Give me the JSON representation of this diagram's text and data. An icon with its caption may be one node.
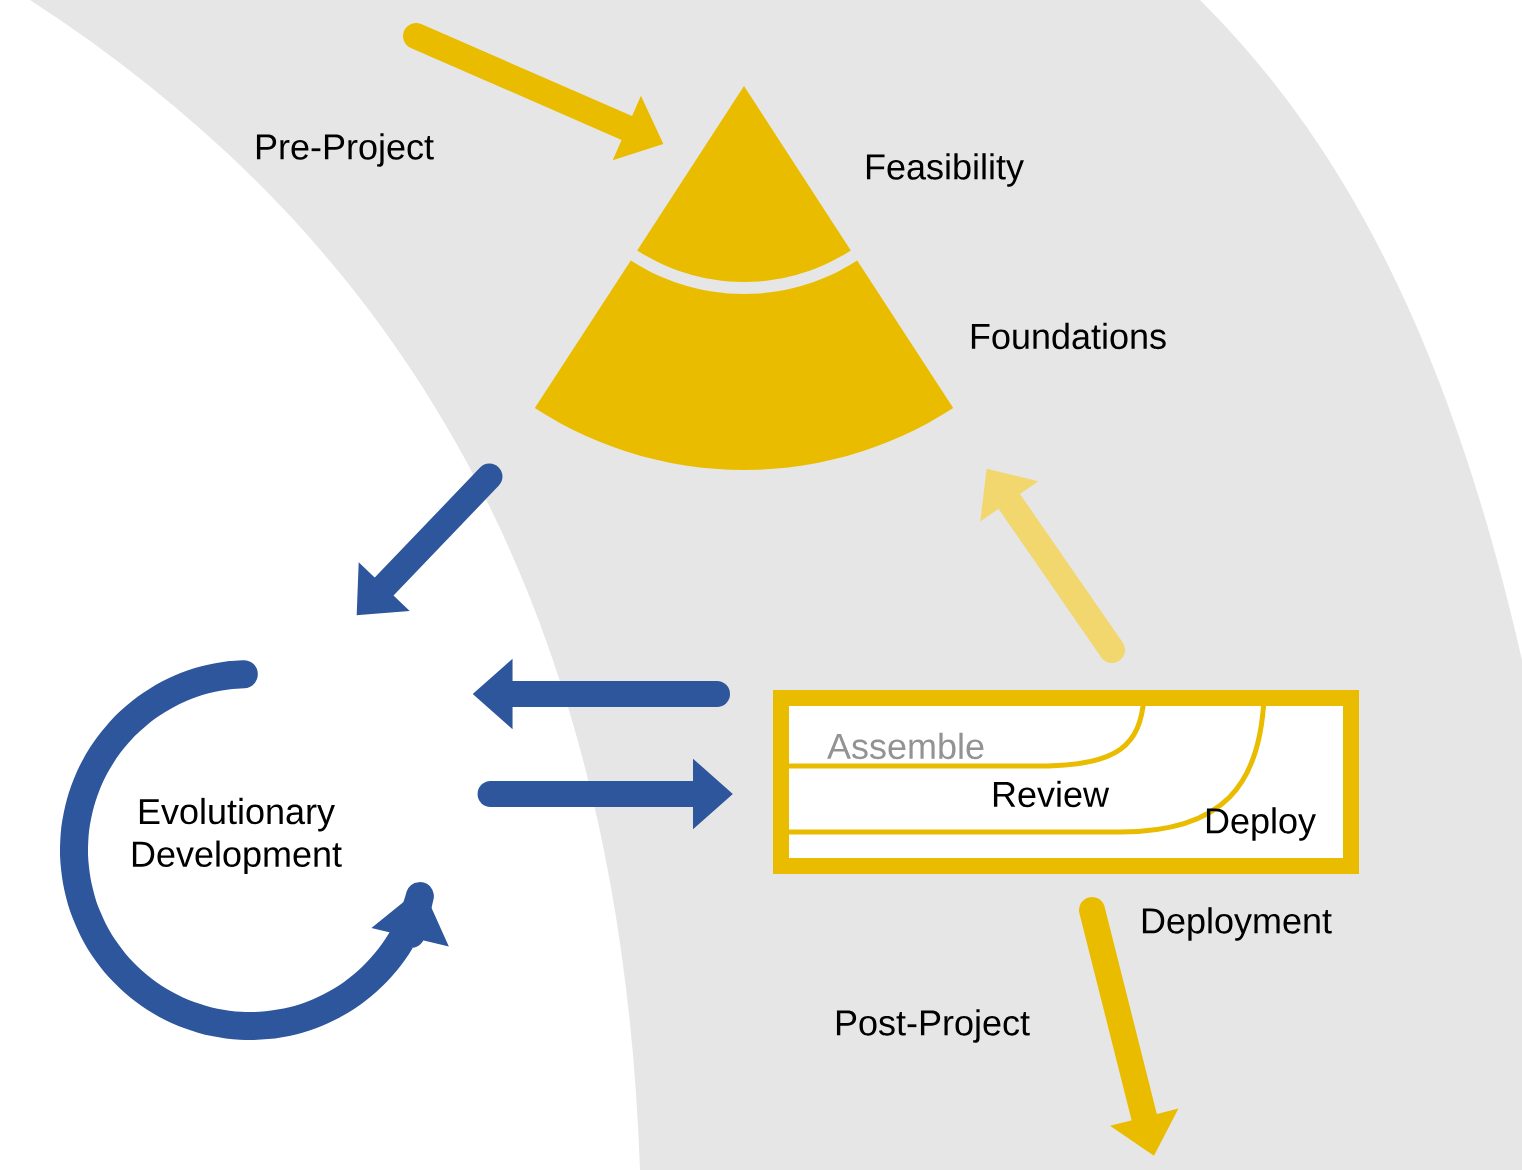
{
  "diagram": {
    "nodes": [
      {
        "text": [
          "Feasibility"
        ]
      },
      {
        "text": [
          "Foundations"
        ]
      },
      {
        "text": [
          "Evolutionary Development"
        ]
      },
      {
        "text": [
          "Assemble",
          "Review",
          "Deploy",
          "Deployment"
        ]
      }
    ],
    "edges": [
      {
        "from": null,
        "to": 0,
        "arrow": "to",
        "label": "Pre-Project",
        "color": "#e9bc00"
      },
      {
        "from": 1,
        "to": 2,
        "arrow": "to",
        "color": "#2d569c"
      },
      {
        "from": 2,
        "to": 3,
        "arrow": "to",
        "color": "#2d569c"
      },
      {
        "from": 3,
        "to": 2,
        "arrow": "to",
        "color": "#2d569c"
      },
      {
        "from": 3,
        "to": 1,
        "arrow": "to",
        "color": "#f2d66e"
      },
      {
        "from": 3,
        "to": null,
        "arrow": "to",
        "label": "Post-Project",
        "color": "#e9bc00"
      }
    ]
  }
}
